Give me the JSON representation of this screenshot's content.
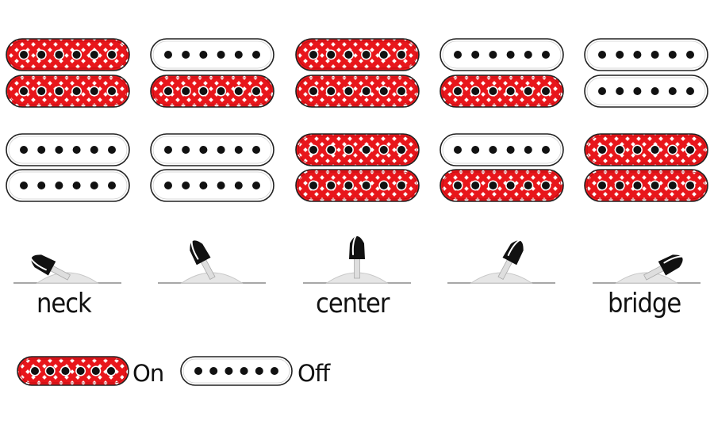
{
  "colors": {
    "on_fill": "#e8161b",
    "pattern_dot": "#ffffff",
    "outline": "#222222",
    "pole": "#111111",
    "off_fill": "#ffffff",
    "toggle_tip": "#111111",
    "toggle_base": "#e6e6e6",
    "baseline": "#8a8a8a"
  },
  "positions": [
    {
      "id": "pos1",
      "coils": [
        "on",
        "on"
      ],
      "switch_state": "neck",
      "label": "neck"
    },
    {
      "id": "pos2",
      "coils": [
        "off",
        "on"
      ],
      "switch_state": "neck-center",
      "label": ""
    },
    {
      "id": "pos3",
      "coils": [
        "on",
        "on"
      ],
      "switch_state": "center",
      "label": "center"
    },
    {
      "id": "pos4",
      "coils": [
        "off",
        "on"
      ],
      "switch_state": "center-bridge",
      "label": ""
    },
    {
      "id": "pos5",
      "coils": [
        "off",
        "off"
      ],
      "switch_state": "bridge",
      "label": "bridge"
    }
  ],
  "positions_row2": [
    {
      "id": "pos1",
      "coils": [
        "off",
        "off"
      ]
    },
    {
      "id": "pos2",
      "coils": [
        "off",
        "off"
      ]
    },
    {
      "id": "pos3",
      "coils": [
        "on",
        "on"
      ]
    },
    {
      "id": "pos4",
      "coils": [
        "off",
        "on"
      ]
    },
    {
      "id": "pos5",
      "coils": [
        "on",
        "on"
      ]
    }
  ],
  "legend": {
    "on_label": "On",
    "off_label": "Off"
  }
}
